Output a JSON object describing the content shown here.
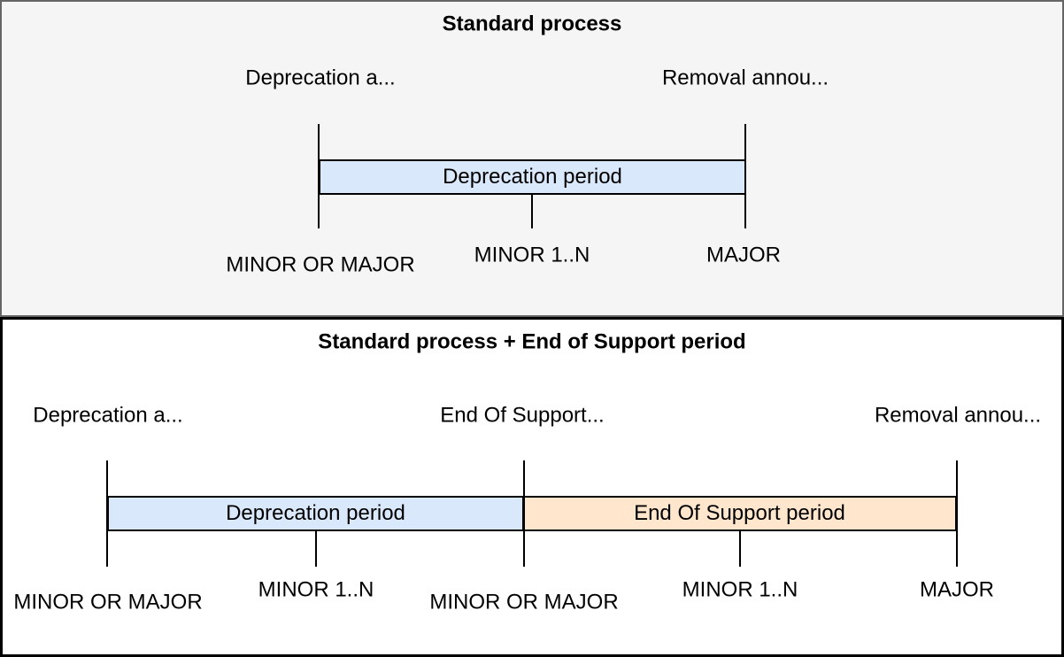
{
  "colors": {
    "panel1_background": "#f5f5f5",
    "panel1_border": "#666666",
    "panel2_background": "#ffffff",
    "panel2_border": "#000000",
    "deprecation_period_fill": "#dae8fc",
    "end_of_support_period_fill": "#ffe6cc",
    "line_color": "#000000",
    "text_color": "#000000"
  },
  "panel1": {
    "title": "Standard process",
    "event_labels": [
      "Deprecation a...",
      "Removal annou..."
    ],
    "periods": [
      "Deprecation period"
    ],
    "milestones": [
      "MINOR OR MAJOR",
      "MINOR 1..N",
      "MAJOR"
    ]
  },
  "panel2": {
    "title": "Standard process + End of Support period",
    "event_labels": [
      "Deprecation a...",
      "End Of Support...",
      "Removal annou..."
    ],
    "periods": [
      "Deprecation period",
      "End Of Support period"
    ],
    "milestones": [
      "MINOR OR MAJOR",
      "MINOR 1..N",
      "MINOR OR MAJOR",
      "MINOR 1..N",
      "MAJOR"
    ]
  }
}
